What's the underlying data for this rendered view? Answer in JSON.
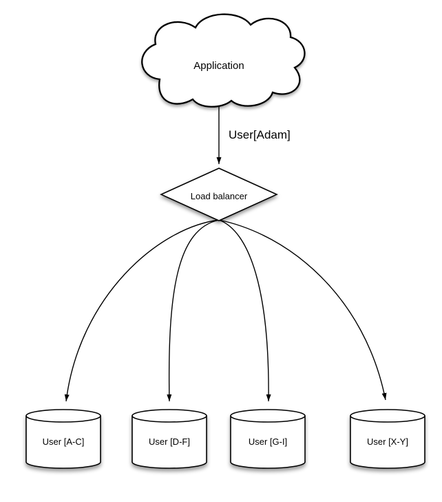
{
  "diagram": {
    "application_node": {
      "label": "Application",
      "shape": "cloud"
    },
    "request_edge": {
      "label": "User[Adam]"
    },
    "load_balancer_node": {
      "label": "Load balancer",
      "shape": "diamond"
    },
    "shard_nodes": [
      {
        "label": "User [A-C]",
        "shape": "cylinder"
      },
      {
        "label": "User [D-F]",
        "shape": "cylinder"
      },
      {
        "label": "User [G-I]",
        "shape": "cylinder"
      },
      {
        "label": "User [X-Y]",
        "shape": "cylinder"
      }
    ],
    "colors": {
      "background": "#ffffff",
      "stroke": "#000000",
      "shape_fill": "#ffffff",
      "text": "#000000"
    }
  }
}
